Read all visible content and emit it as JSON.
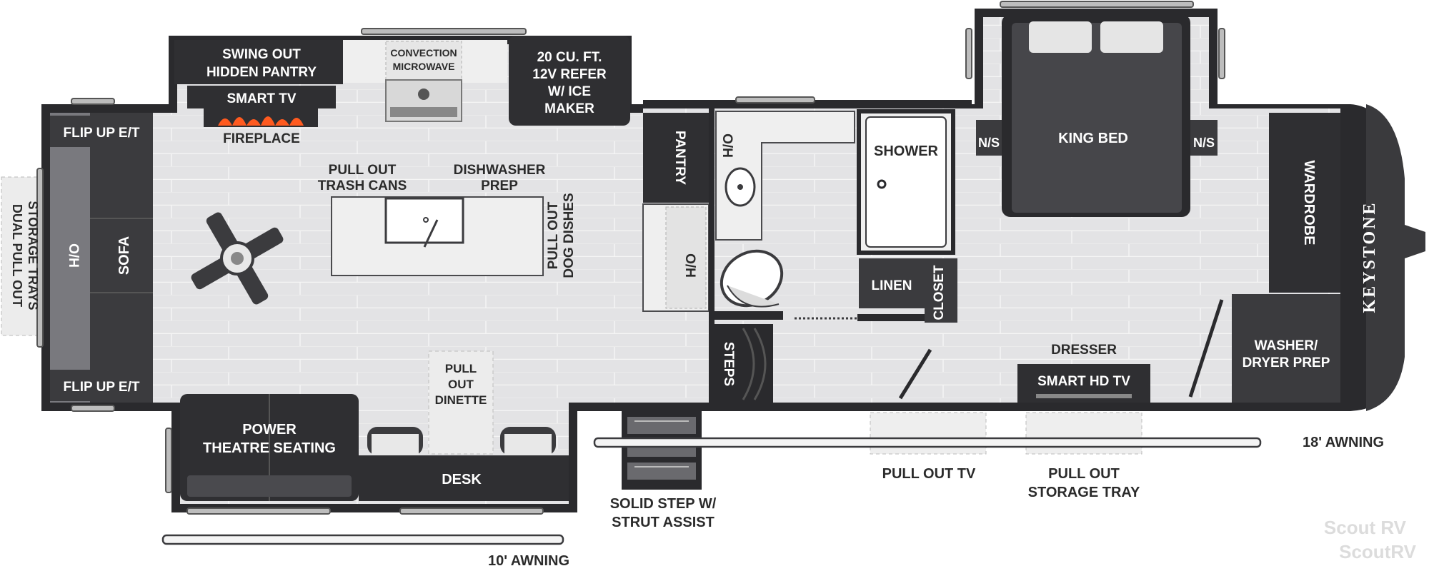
{
  "colors": {
    "wall": "#2a2a2d",
    "floor": "#e3e3e5",
    "plank_line": "#f4f4f4",
    "cabinet_light": "#efefef",
    "furniture_dark": "#3b3b3e",
    "furniture_mid": "#6a6a6e",
    "pullout": "#ececec",
    "flame": "#ff5a1f"
  },
  "labels": {
    "swing_out_pantry": [
      "SWING OUT",
      "HIDDEN PANTRY"
    ],
    "convection_microwave": [
      "CONVECTION",
      "MICROWAVE"
    ],
    "refer": [
      "20 CU. FT.",
      "12V REFER",
      "W/ ICE",
      "MAKER"
    ],
    "smart_tv": "SMART TV",
    "fireplace": "FIREPLACE",
    "flip_up_top": "FLIP UP E/T",
    "flip_up_bottom": "FLIP UP E/T",
    "sofa": "SOFA",
    "oh_left": "O/H",
    "dual_pull_out": [
      "DUAL PULL OUT",
      "STORAGE TRAYS"
    ],
    "pull_out_trash": [
      "PULL OUT",
      "TRASH CANS"
    ],
    "dishwasher_prep": [
      "DISHWASHER",
      "PREP"
    ],
    "pull_out_dog_dishes": [
      "PULL OUT",
      "DOG DISHES"
    ],
    "pantry": "PANTRY",
    "oh_mid": "O/H",
    "oh_bath": "O/H",
    "shower": "SHOWER",
    "linen": "LINEN",
    "closet": "CLOSET",
    "steps": "STEPS",
    "king_bed": "KING BED",
    "ns_left": "N/S",
    "ns_right": "N/S",
    "wardrobe": "WARDROBE",
    "keystone": "KEYSTONE",
    "washer_dryer": [
      "WASHER/",
      "DRYER PREP"
    ],
    "dresser": "DRESSER",
    "smart_hd_tv": "SMART HD TV",
    "pull_out_dinette": [
      "PULL",
      "OUT",
      "DINETTE"
    ],
    "power_theatre": [
      "POWER",
      "THEATRE SEATING"
    ],
    "desk": "DESK",
    "solid_step": [
      "SOLID STEP W/",
      "STRUT ASSIST"
    ],
    "pull_out_tv": "PULL OUT TV",
    "pull_out_storage_tray": [
      "PULL OUT",
      "STORAGE TRAY"
    ],
    "awning_18": "18' AWNING",
    "awning_10": "10' AWNING"
  },
  "watermark": {
    "line1": "Scout RV",
    "line2": "ScoutRV"
  }
}
